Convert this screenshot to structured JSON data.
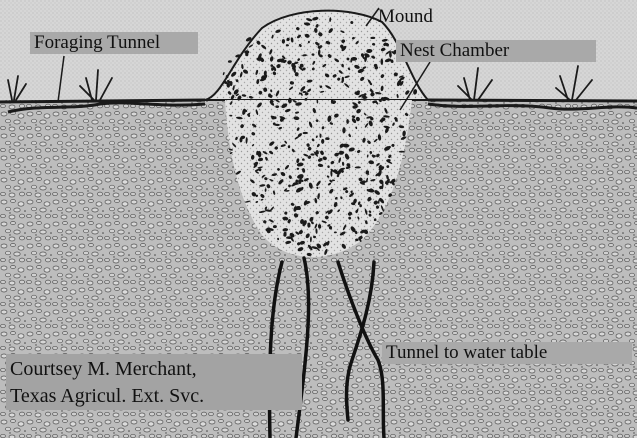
{
  "labels": {
    "mound": "Mound",
    "foraging_tunnel": "Foraging Tunnel",
    "nest_chamber": "Nest Chamber",
    "tunnel_to_water": "Tunnel to water table"
  },
  "credit": {
    "line1": "Courtsey M. Merchant,",
    "line2": "Texas Agricul. Ext. Svc."
  },
  "colors": {
    "sky": "#d4d4d4",
    "soil": "#b9b9b9",
    "nest": "#e3e3e3",
    "ink": "#1a1a1a",
    "label_box": "#a9a9a9"
  }
}
